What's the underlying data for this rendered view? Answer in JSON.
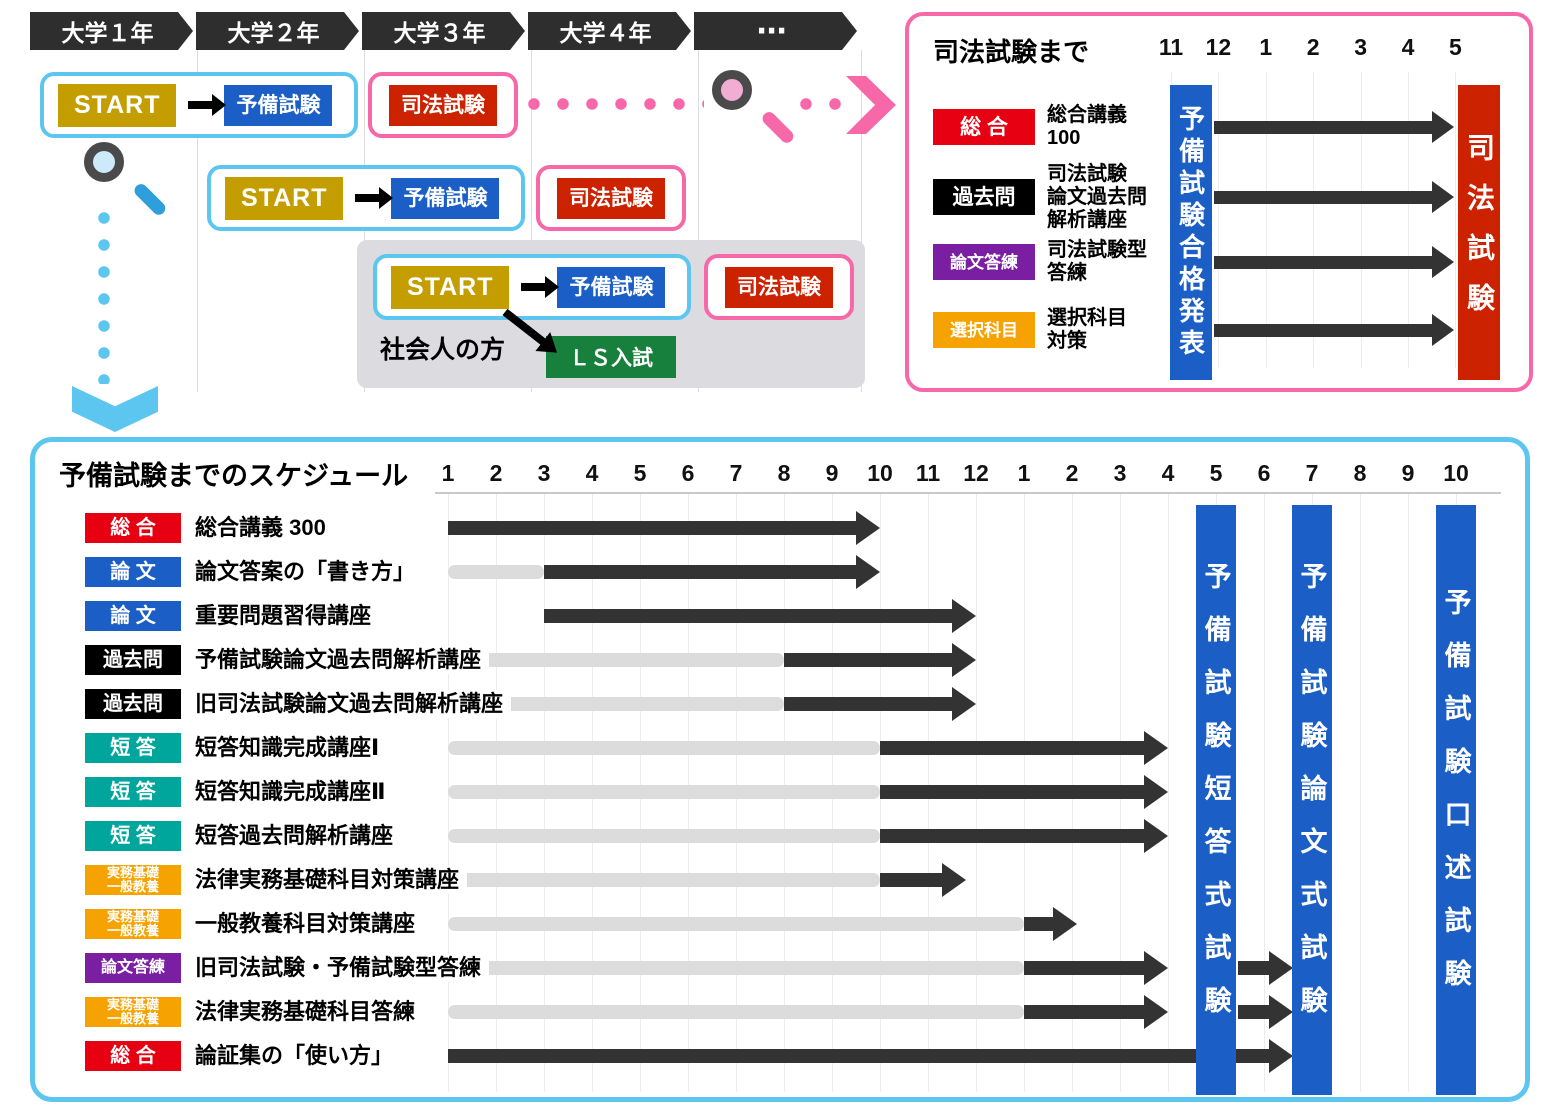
{
  "colors": {
    "header_dark": "#2e2e2e",
    "arrow_dark": "#333333",
    "track_gray": "#dcdcdc",
    "start_gold": "#c49e00",
    "exam_blue": "#1b5fc6",
    "exam_red": "#cc2200",
    "ls_green": "#17803c",
    "accent_pink": "#f768a8",
    "accent_cyan": "#5cc6f0",
    "badge_red": "#e60012",
    "badge_blue": "#1b5fc6",
    "badge_black": "#000000",
    "badge_teal": "#00a59b",
    "badge_orange": "#f6a200",
    "badge_purple": "#7b1fa2"
  },
  "icons": {
    "magnifier_top": "magnifier-icon",
    "magnifier_left": "magnifier-icon",
    "flow_arrow": "right-arrow-icon",
    "jump_right": "chevron-right-icon",
    "jump_down": "chevron-down-icon"
  },
  "labels": {
    "start": "START",
    "yobi": "予備試験",
    "shiho": "司法試験",
    "shakaijin": "社会人の方",
    "ls": "ＬＳ入試"
  },
  "university_years": [
    "大学１年",
    "大学２年",
    "大学３年",
    "大学４年",
    "⋯"
  ],
  "right_panel": {
    "title": "司法試験まで",
    "months": [
      "11",
      "12",
      "1",
      "2",
      "3",
      "4",
      "5"
    ],
    "pass_bar": "予備試験合格発表",
    "exam_bar": "司法試験",
    "categories": [
      {
        "badge": "総 合",
        "color": "badge_red",
        "lines": [
          "総合講義",
          "100"
        ]
      },
      {
        "badge": "過去問",
        "color": "badge_black",
        "lines": [
          "司法試験",
          "論文過去問",
          "解析講座"
        ]
      },
      {
        "badge": "論文答練",
        "color": "badge_purple",
        "lines": [
          "司法試験型",
          "答練"
        ]
      },
      {
        "badge": "選択科目",
        "color": "badge_orange",
        "lines": [
          "選択科目",
          "対策"
        ]
      }
    ]
  },
  "schedule": {
    "title": "予備試験までのスケジュール",
    "months": [
      "1",
      "2",
      "3",
      "4",
      "5",
      "6",
      "7",
      "8",
      "9",
      "10",
      "11",
      "12",
      "1",
      "2",
      "3",
      "4",
      "5",
      "6",
      "7",
      "8",
      "9",
      "10"
    ],
    "rows": [
      {
        "badge": [
          "総 合"
        ],
        "color": "badge_red",
        "label": "総合講義 300",
        "segments": [
          {
            "type": "arrow",
            "from": 1,
            "to": 10
          }
        ]
      },
      {
        "badge": [
          "論 文"
        ],
        "color": "badge_blue",
        "label": "論文答案の「書き方」",
        "segments": [
          {
            "type": "track",
            "from": 1,
            "to": 3
          },
          {
            "type": "arrow",
            "from": 3,
            "to": 10
          }
        ]
      },
      {
        "badge": [
          "論 文"
        ],
        "color": "badge_blue",
        "label": "重要問題習得講座",
        "segments": [
          {
            "type": "arrow",
            "from": 3,
            "to": 12
          }
        ]
      },
      {
        "badge": [
          "過去問"
        ],
        "color": "badge_black",
        "label": "予備試験論文過去問解析講座",
        "segments": [
          {
            "type": "track",
            "from": 1,
            "to": 8
          },
          {
            "type": "arrow",
            "from": 8,
            "to": 12
          }
        ]
      },
      {
        "badge": [
          "過去問"
        ],
        "color": "badge_black",
        "label": "旧司法試験論文過去問解析講座",
        "segments": [
          {
            "type": "track",
            "from": 1,
            "to": 8
          },
          {
            "type": "arrow",
            "from": 8,
            "to": 12
          }
        ]
      },
      {
        "badge": [
          "短 答"
        ],
        "color": "badge_teal",
        "label": "短答知識完成講座Ⅰ",
        "segments": [
          {
            "type": "track",
            "from": 1,
            "to": 10
          },
          {
            "type": "arrow",
            "from": 10,
            "to": 16
          }
        ]
      },
      {
        "badge": [
          "短 答"
        ],
        "color": "badge_teal",
        "label": "短答知識完成講座Ⅱ",
        "segments": [
          {
            "type": "track",
            "from": 1,
            "to": 10
          },
          {
            "type": "arrow",
            "from": 10,
            "to": 16
          }
        ]
      },
      {
        "badge": [
          "短 答"
        ],
        "color": "badge_teal",
        "label": "短答過去問解析講座",
        "segments": [
          {
            "type": "track",
            "from": 1,
            "to": 10
          },
          {
            "type": "arrow",
            "from": 10,
            "to": 16
          }
        ]
      },
      {
        "badge": [
          "実務基礎",
          "一般教養"
        ],
        "color": "badge_orange",
        "label": "法律実務基礎科目対策講座",
        "segments": [
          {
            "type": "track",
            "from": 1,
            "to": 10
          },
          {
            "type": "arrow",
            "from": 10,
            "to": 11.8
          }
        ]
      },
      {
        "badge": [
          "実務基礎",
          "一般教養"
        ],
        "color": "badge_orange",
        "label": "一般教養科目対策講座",
        "segments": [
          {
            "type": "track",
            "from": 1,
            "to": 13
          },
          {
            "type": "arrow",
            "from": 13,
            "to": 14.1
          }
        ]
      },
      {
        "badge": [
          "論文答練"
        ],
        "color": "badge_purple",
        "label": "旧司法試験・予備試験型答練",
        "segments": [
          {
            "type": "track",
            "from": 1,
            "to": 13
          },
          {
            "type": "arrow",
            "from": 13,
            "to": 16
          },
          {
            "type": "arrow",
            "from": 17.45,
            "to": 18.6
          }
        ]
      },
      {
        "badge": [
          "実務基礎",
          "一般教養"
        ],
        "color": "badge_orange",
        "label": "法律実務基礎科目答練",
        "segments": [
          {
            "type": "track",
            "from": 1,
            "to": 13
          },
          {
            "type": "arrow",
            "from": 13,
            "to": 16
          },
          {
            "type": "arrow",
            "from": 17.45,
            "to": 18.6
          }
        ]
      },
      {
        "badge": [
          "総 合"
        ],
        "color": "badge_red",
        "label": "論証集の「使い方」",
        "segments": [
          {
            "type": "arrow",
            "from": 1,
            "to": 18.6
          }
        ]
      }
    ],
    "exams": [
      {
        "label": "予備試験短答式試験",
        "month": 17
      },
      {
        "label": "予備試験論文式試験",
        "month": 19
      },
      {
        "label": "予備試験口述試験",
        "month": 22
      }
    ]
  }
}
